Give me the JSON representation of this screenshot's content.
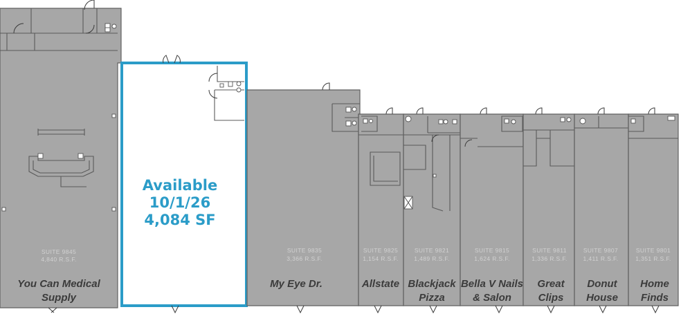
{
  "available": {
    "line1": "Available",
    "line2": "10/1/26",
    "line3": "4,084 SF",
    "highlight_color": "#2b9cc8"
  },
  "suites": [
    {
      "id": "9845",
      "suite_label": "SUITE 9845",
      "area_label": "4,840 R.S.F.",
      "tenant_line1": "You Can Medical",
      "tenant_line2": "Supply"
    },
    {
      "id": "9835",
      "suite_label": "SUITE 9835",
      "area_label": "3,366 R.S.F.",
      "tenant_line1": "My Eye Dr.",
      "tenant_line2": ""
    },
    {
      "id": "9825",
      "suite_label": "SUITE 9825",
      "area_label": "1,154 R.S.F.",
      "tenant_line1": "Allstate",
      "tenant_line2": ""
    },
    {
      "id": "9821",
      "suite_label": "SUITE 9821",
      "area_label": "1,489 R.S.F.",
      "tenant_line1": "Blackjack",
      "tenant_line2": "Pizza"
    },
    {
      "id": "9815",
      "suite_label": "SUITE 9815",
      "area_label": "1,624 R.S.F.",
      "tenant_line1": "Bella V Nails",
      "tenant_line2": "& Salon"
    },
    {
      "id": "9811",
      "suite_label": "SUITE 9811",
      "area_label": "1,336 R.S.F.",
      "tenant_line1": "Great",
      "tenant_line2": "Clips"
    },
    {
      "id": "9807",
      "suite_label": "SUITE 9807",
      "area_label": "1,411 R.S.F.",
      "tenant_line1": "Donut",
      "tenant_line2": "House"
    },
    {
      "id": "9801",
      "suite_label": "SUITE 9801",
      "area_label": "1,351 R.S.F.",
      "tenant_line1": "Home",
      "tenant_line2": "Finds"
    }
  ],
  "colors": {
    "occupied_fill": "#a7a7a7",
    "wall": "#5a5a5a",
    "tenant_text": "#3b3b3b",
    "suite_text": "#d2d2d2"
  }
}
